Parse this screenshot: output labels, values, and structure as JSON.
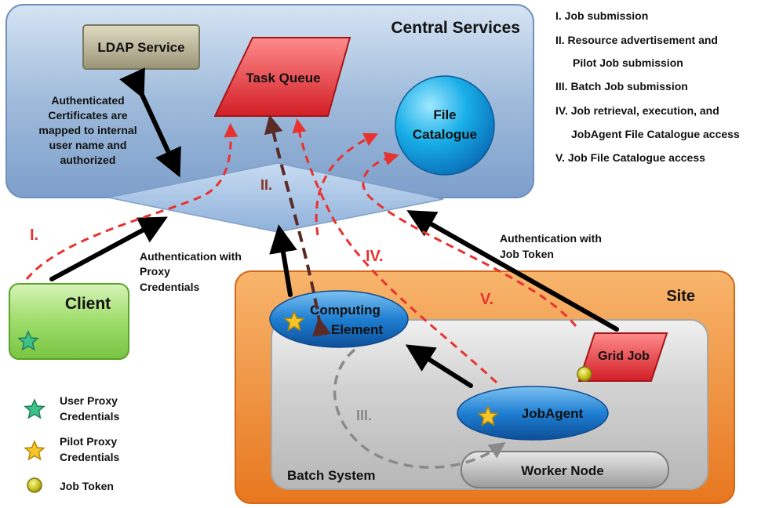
{
  "central_services": {
    "title": "Central Services"
  },
  "ldap": {
    "label": "LDAP Service"
  },
  "task_queue": {
    "label": "Task Queue"
  },
  "file_catalogue": {
    "line1": "File",
    "line2": "Catalogue"
  },
  "auth_note": {
    "lines": [
      "Authenticated",
      "Certificates are",
      "mapped to internal",
      "user name and",
      "authorized"
    ]
  },
  "client": {
    "label": "Client"
  },
  "site": {
    "title": "Site"
  },
  "computing_element": {
    "line1": "Computing",
    "line2": "Element"
  },
  "grid_job": {
    "label": "Grid Job"
  },
  "job_agent": {
    "label": "JobAgent"
  },
  "worker_node": {
    "label": "Worker Node"
  },
  "batch_system": {
    "label": "Batch System"
  },
  "arrow_labels": {
    "auth_proxy": [
      "Authentication with",
      "Proxy",
      "Credentials"
    ],
    "auth_token": [
      "Authentication with",
      "Job Token"
    ],
    "roman": {
      "i": "I.",
      "ii": "II.",
      "iii": "III.",
      "iv": "IV.",
      "v": "V."
    }
  },
  "legend_steps": [
    "I. Job submission",
    "II. Resource advertisement and",
    "Pilot Job submission",
    "III. Batch Job submission",
    "IV. Job retrieval, execution, and",
    "JobAgent File Catalogue access",
    "V. Job File Catalogue access"
  ],
  "legend_credentials": [
    {
      "icon": "green-star-icon",
      "lines": [
        "User Proxy",
        "Credentials"
      ]
    },
    {
      "icon": "yellow-star-icon",
      "lines": [
        "Pilot Proxy",
        "Credentials"
      ]
    },
    {
      "icon": "token-coin-icon",
      "lines": [
        "Job Token"
      ]
    }
  ],
  "colors": {
    "red_dashed": "#e8322f",
    "dark_dashed": "#5a2a26",
    "gray_dashed": "#8a8a8a",
    "arrow_black": "#000000",
    "central_bg": "#a9c3e0",
    "site_bg": "#ee8a2e",
    "ellipse_blue": "#1a73c8",
    "task_queue_red": "#e03036",
    "client_green": "#8fd35a"
  }
}
